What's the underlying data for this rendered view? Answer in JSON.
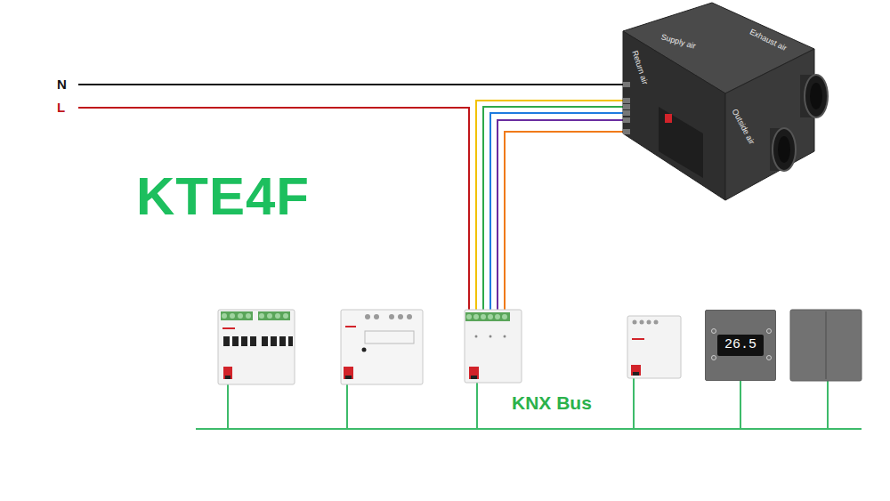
{
  "diagram": {
    "title": "KTE4F",
    "nodes": [
      {
        "text": [
          "Supply air",
          "Return air",
          "Exhaust air",
          "Outside air"
        ]
      },
      {
        "text": [
          "26.5"
        ]
      }
    ],
    "labels": [
      "N",
      "L",
      "KNX Bus"
    ]
  }
}
